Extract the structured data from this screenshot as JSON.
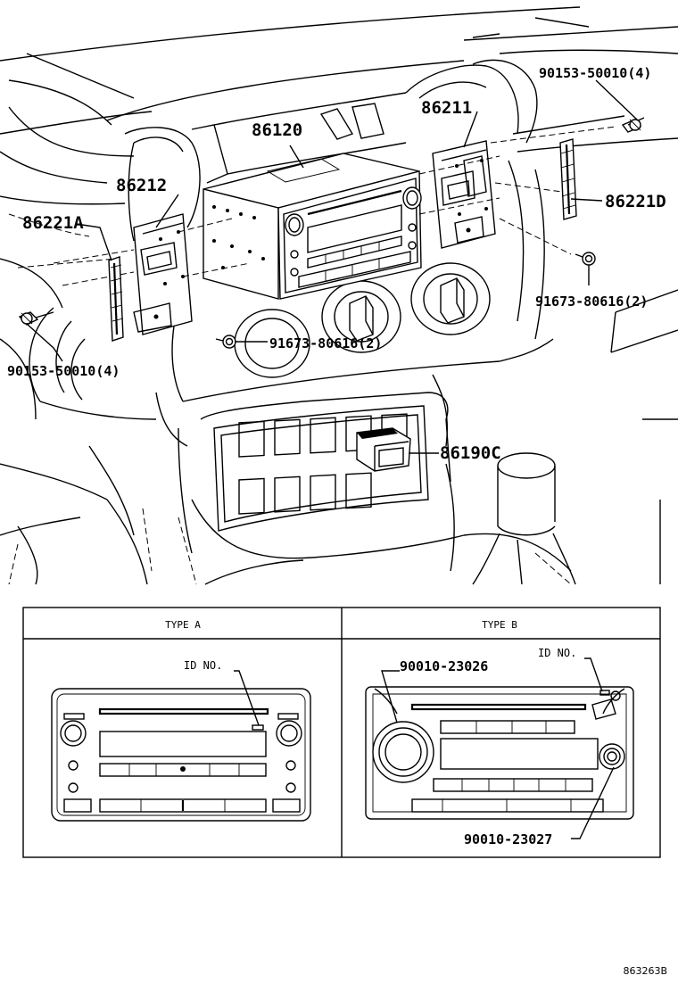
{
  "callouts": {
    "screw_upper_right": "90153-50010(4)",
    "main_unit": "86120",
    "bracket_right": "86211",
    "bracket_left": "86212",
    "plate_left": "86221A",
    "plate_right": "86221D",
    "screw_right": "91673-80616(2)",
    "screw_center": "91673-80616(2)",
    "screw_lower_left": "90153-50010(4)",
    "switch": "86190C"
  },
  "type_table": {
    "type_a": {
      "header": "TYPE A",
      "id_label": "ID NO."
    },
    "type_b": {
      "header": "TYPE B",
      "id_label": "ID NO.",
      "part_knob_left": "90010-23026",
      "part_knob_right": "90010-23027"
    }
  },
  "footer": {
    "diagram_code": "863263B"
  }
}
